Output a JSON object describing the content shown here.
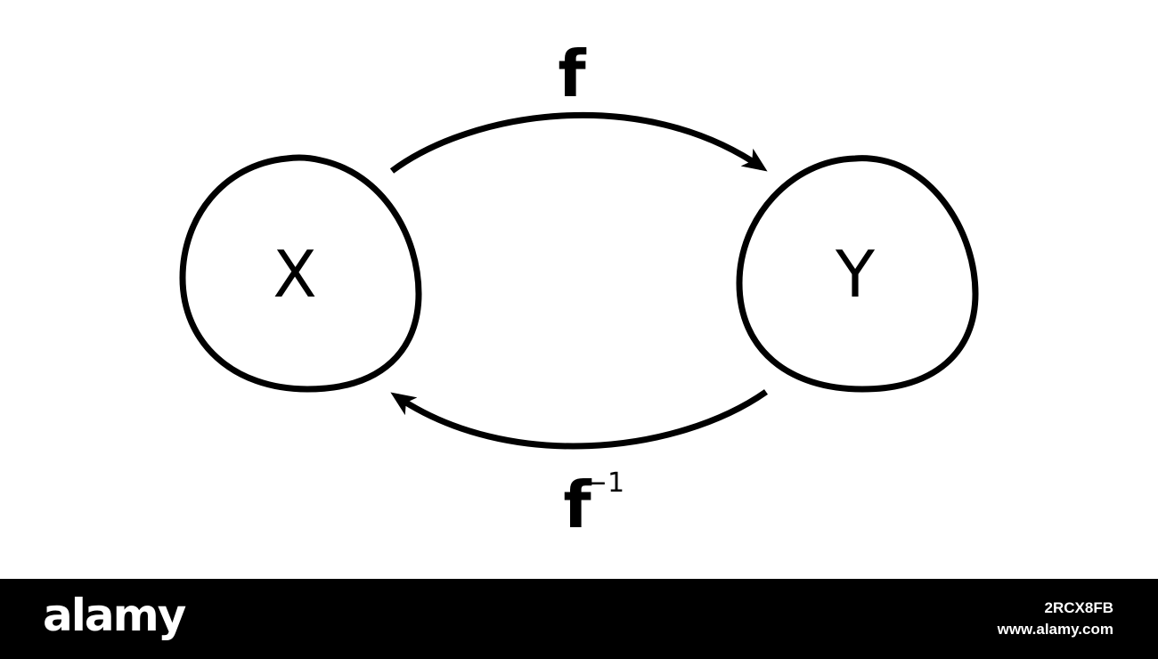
{
  "diagram": {
    "sets": [
      {
        "label": "X"
      },
      {
        "label": "Y"
      }
    ],
    "arrows": [
      {
        "from": "X",
        "to": "Y",
        "label": "f",
        "superscript": ""
      },
      {
        "from": "Y",
        "to": "X",
        "label": "f",
        "superscript": "−1"
      }
    ]
  },
  "footer": {
    "brand": "alamy",
    "image_id": "2RCX8FB",
    "site_url": "www.alamy.com"
  },
  "colors": {
    "background": "#ffffff",
    "stroke": "#000000",
    "footer_background": "#000000",
    "footer_text": "#ffffff"
  }
}
